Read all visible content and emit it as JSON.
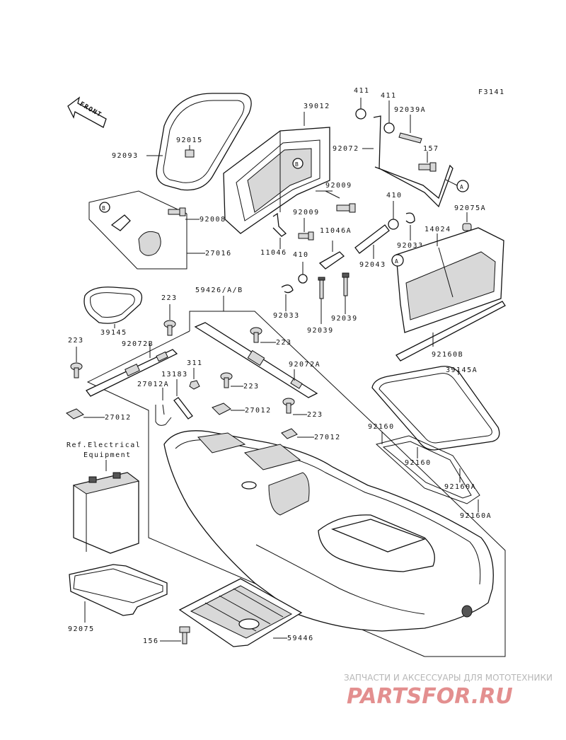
{
  "figure_code": "F3141",
  "front_label": "FRONT",
  "ref_note": {
    "line1": "Ref.Electrical",
    "line2": "Equipment"
  },
  "callouts": {
    "c_a": "A",
    "c_b": "B"
  },
  "parts": {
    "p39012": "39012",
    "p411a": "411",
    "p411b": "411",
    "p92039a": "92039A",
    "p92072": "92072",
    "p157": "157",
    "p92093": "92093",
    "p92015": "92015",
    "p92009a": "92009",
    "p92009b": "92009",
    "p92008": "92008",
    "p27016": "27016",
    "p11046": "11046",
    "p11046a": "11046A",
    "p410a": "410",
    "p410b": "410",
    "p92075a": "92075A",
    "p92033a": "92033",
    "p92033b": "92033",
    "p14024": "14024",
    "p92043": "92043",
    "p92039a2": "92039",
    "p92039b": "92039",
    "p39145": "39145",
    "p59426": "59426/A/B",
    "p223a": "223",
    "p223b": "223",
    "p223c": "223",
    "p223d": "223",
    "p223e": "223",
    "p92072b": "92072B",
    "p92072a": "92072A",
    "p311": "311",
    "p13183": "13183",
    "p27012a": "27012A",
    "p27012b": "27012",
    "p27012c": "27012",
    "p27012d": "27012",
    "p92160b": "92160B",
    "p39145a": "39145A",
    "p92160a": "92160",
    "p92160c": "92160",
    "p92160a2": "92160A",
    "p92160a3": "92160A",
    "p92075": "92075",
    "p156": "156",
    "p59446": "59446"
  },
  "watermark": {
    "tagline": "ЗАПЧАСТИ И АКСЕССУАРЫ ДЛЯ МОТОТЕХНИКИ",
    "brand": "PARTSFOR.RU"
  }
}
